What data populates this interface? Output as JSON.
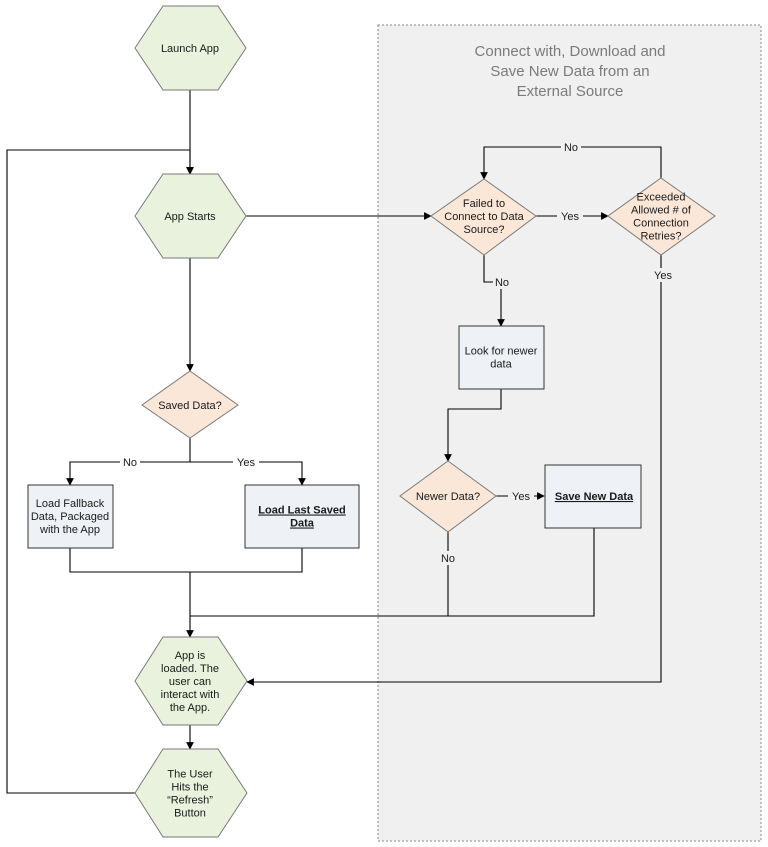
{
  "region": {
    "title_lines": [
      "Connect with, Download and",
      "Save New Data from an",
      "External Source"
    ],
    "fill": "#f0f0f0",
    "border": "#888888"
  },
  "colors": {
    "hexagon_fill": "#e9f2dc",
    "hexagon_border": "#7a7a7a",
    "decision_fill": "#fbe7d8",
    "decision_border": "#7a7a7a",
    "process_fill": "#eef1f6",
    "process_border": "#333333"
  },
  "nodes": {
    "launch_app": {
      "lines": [
        "Launch App"
      ]
    },
    "app_starts": {
      "lines": [
        "App Starts"
      ]
    },
    "saved_data": {
      "lines": [
        "Saved Data?"
      ]
    },
    "load_fallback": {
      "lines": [
        "Load Fallback",
        "Data, Packaged",
        "with the App"
      ]
    },
    "load_last_saved": {
      "lines": [
        "Load Last Saved",
        "Data"
      ]
    },
    "app_loaded": {
      "lines": [
        "App is",
        "loaded. The",
        "user can",
        "interact with",
        "the App."
      ]
    },
    "user_refresh": {
      "lines": [
        "The User",
        "Hits the",
        "“Refresh”",
        "Button"
      ]
    },
    "failed_connect": {
      "lines": [
        "Failed to",
        "Connect to Data",
        "Source?"
      ]
    },
    "exceeded_retries": {
      "lines": [
        "Exceeded",
        "Allowed # of",
        "Connection",
        "Retries?"
      ]
    },
    "look_newer": {
      "lines": [
        "Look for newer",
        "data"
      ]
    },
    "newer_data": {
      "lines": [
        "Newer Data?"
      ]
    },
    "save_new": {
      "lines": [
        "Save New Data"
      ]
    }
  },
  "edge_labels": {
    "saved_no": "No",
    "saved_yes": "Yes",
    "failed_yes": "Yes",
    "failed_no": "No",
    "exceeded_no": "No",
    "exceeded_yes": "Yes",
    "newer_yes": "Yes",
    "newer_no": "No"
  }
}
